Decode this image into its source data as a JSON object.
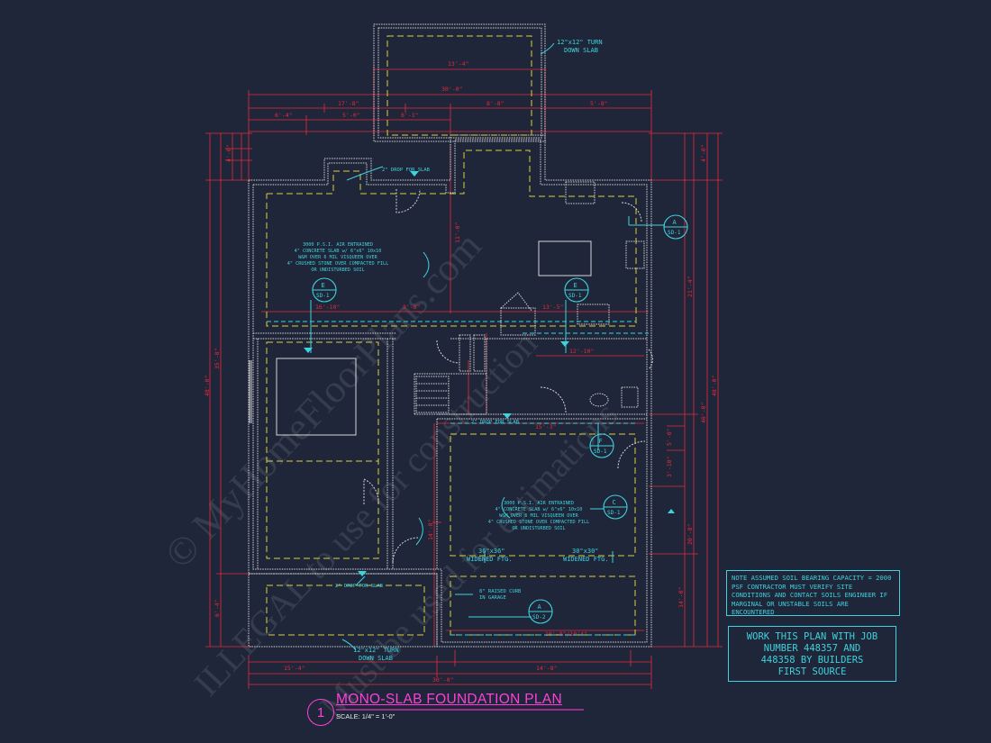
{
  "watermark": {
    "line1": "© MyHomeFloorPlans.com",
    "line2": "ILLEGAL to use for construction",
    "line3": "Must be used for estimations"
  },
  "callouts": {
    "turn_down_top": [
      "12\"x12\" TURN",
      "DOWN SLAB"
    ],
    "turn_down_bottom": [
      "12\"x12\" TURN",
      "DOWN SLAB"
    ],
    "drop_slab_1": "2\" DROP FOR SLAB",
    "drop_slab_2": "2\" DROP FOR SLAB",
    "drop_slab_3": "2\" DROP FOR SLAB",
    "slab_spec_upper": [
      "3000 P.S.I. AIR ENTRAINED",
      "4\" CONCRETE SLAB w/ 6\"x6\" 10x10",
      "W&M OVER 6 MIL VISQUEEN OVER",
      "4\" CRUSHED STONE OVER COMPACTED FILL",
      "OR UNDISTURBED SOIL"
    ],
    "slab_spec_lower": [
      "3000 P.S.I. AIR ENTRAINED",
      "4\" CONCRETE SLAB w/ 6\"x6\" 10x10",
      "W&M OVER 6 MIL VISQUEEN OVER",
      "4\" CRUSHED STONE OVER COMPACTED FILL",
      "OR UNDISTURBED SOIL"
    ],
    "widened_1": [
      "36\"x36\"",
      "WIDENED FTG."
    ],
    "widened_2": [
      "30\"x30\"",
      "WIDENED FTG."
    ],
    "raised_curb": [
      "8\" RAISED CURB",
      "IN GARAGE"
    ]
  },
  "sections": [
    {
      "letter": "A",
      "sheet": "SD-1"
    },
    {
      "letter": "E",
      "sheet": "SD-1"
    },
    {
      "letter": "E",
      "sheet": "SD-1"
    },
    {
      "letter": "F",
      "sheet": "SD-1"
    },
    {
      "letter": "C",
      "sheet": "SD-1"
    },
    {
      "letter": "A",
      "sheet": "SD-2"
    }
  ],
  "soil_note": "NOTE ASSUMED SOIL BEARING CAPACITY = 2000 PSF CONTRACTOR MUST VERIFY SITE CONDITIONS AND CONTACT SOILS ENGINEER IF MARGINAL OR UNSTABLE SOILS ARE ENCOUNTERED",
  "job_note": [
    "WORK THIS PLAN WITH JOB",
    "NUMBER 448357 AND",
    "448358 BY BUILDERS",
    "FIRST SOURCE"
  ],
  "title": {
    "number": "1",
    "name": "MONO-SLAB FOUNDATION PLAN",
    "scale": "SCALE: 1/4\" = 1'-0\""
  },
  "colors": {
    "background": "#1f2639",
    "dimension": "#ff2a3a",
    "wall": "#d7d7d7",
    "footing": "#d8d03a",
    "annotation": "#3fd2dc",
    "title": "#ff3fd8"
  }
}
